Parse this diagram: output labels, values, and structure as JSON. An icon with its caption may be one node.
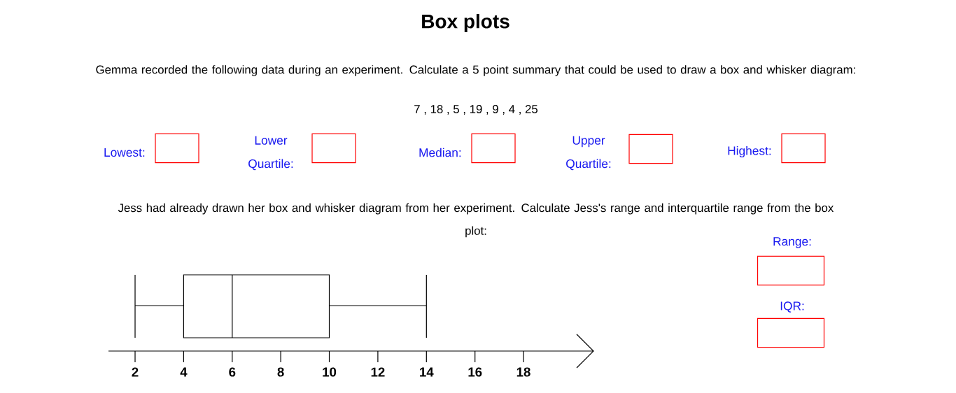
{
  "diagram": {
    "title": "Box plots",
    "nodes": [
      {
        "text": [],
        "shape": "box",
        "beside": [
          "Lowest:"
        ]
      },
      {
        "text": [],
        "shape": "box",
        "beside": [
          "Lower Quartile:"
        ]
      },
      {
        "text": [],
        "shape": "box",
        "beside": [
          "Median:"
        ]
      },
      {
        "text": [],
        "shape": "box",
        "beside": [
          "Upper Quartile:"
        ]
      },
      {
        "text": [],
        "shape": "box",
        "beside": [
          "Highest:"
        ]
      },
      {
        "text": [],
        "shape": "box",
        "beside": [
          "Range:"
        ]
      },
      {
        "text": [],
        "shape": "box",
        "beside": [
          "IQR:"
        ]
      }
    ],
    "labels": [
      "Gemma recorded the following data during an experiment. Calculate a 5 point summary that could be used to draw a box and whisker diagram:",
      "7 , 18 , 5 , 19 , 9 , 4 , 25",
      "Jess had already drawn her box and whisker diagram from her experiment. Calculate Jess's range and interquartile range from the box plot:",
      "2",
      "4",
      "6",
      "8",
      "10",
      "12",
      "14",
      "16",
      "18"
    ]
  }
}
